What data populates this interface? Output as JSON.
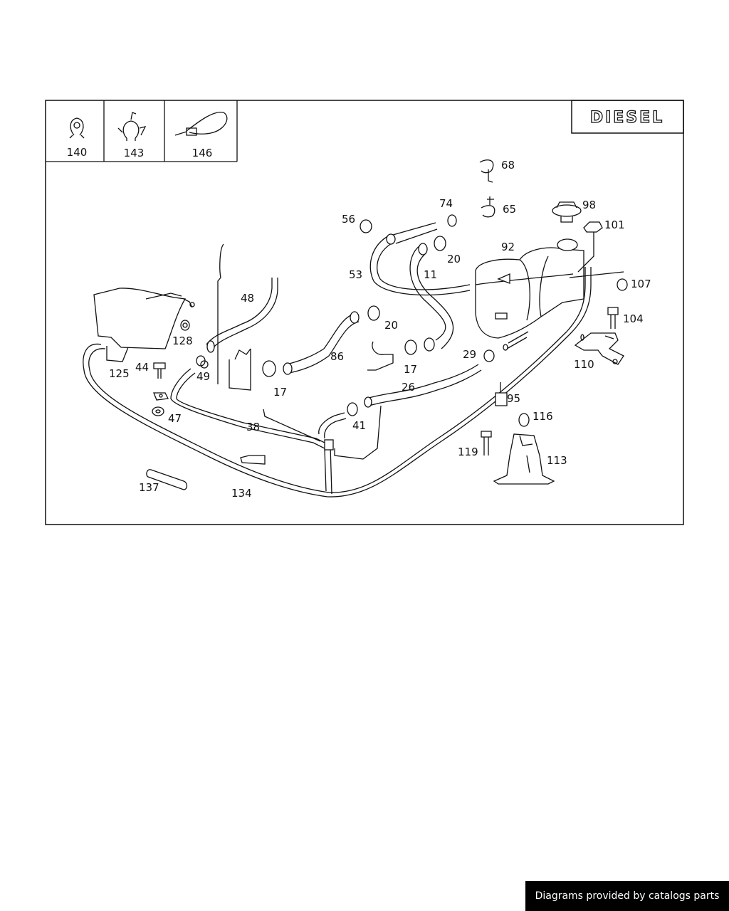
{
  "badge": {
    "text": "DIESEL"
  },
  "footer": {
    "text": "Diagrams provided by catalogs parts"
  },
  "insets": [
    {
      "label": "140",
      "icon": "clamp-clip-icon"
    },
    {
      "label": "143",
      "icon": "clamp-bracket-icon"
    },
    {
      "label": "146",
      "icon": "cable-tie-icon"
    }
  ],
  "parts": [
    "68",
    "74",
    "65",
    "98",
    "56",
    "101",
    "20",
    "92",
    "53",
    "11",
    "107",
    "48",
    "20",
    "104",
    "128",
    "86",
    "29",
    "17",
    "110",
    "44",
    "125",
    "49",
    "26",
    "95",
    "17",
    "116",
    "47",
    "38",
    "41",
    "119",
    "113",
    "137",
    "134"
  ],
  "colors": {
    "ink": "#111111",
    "background": "#ffffff",
    "footer_bg": "#000000"
  }
}
